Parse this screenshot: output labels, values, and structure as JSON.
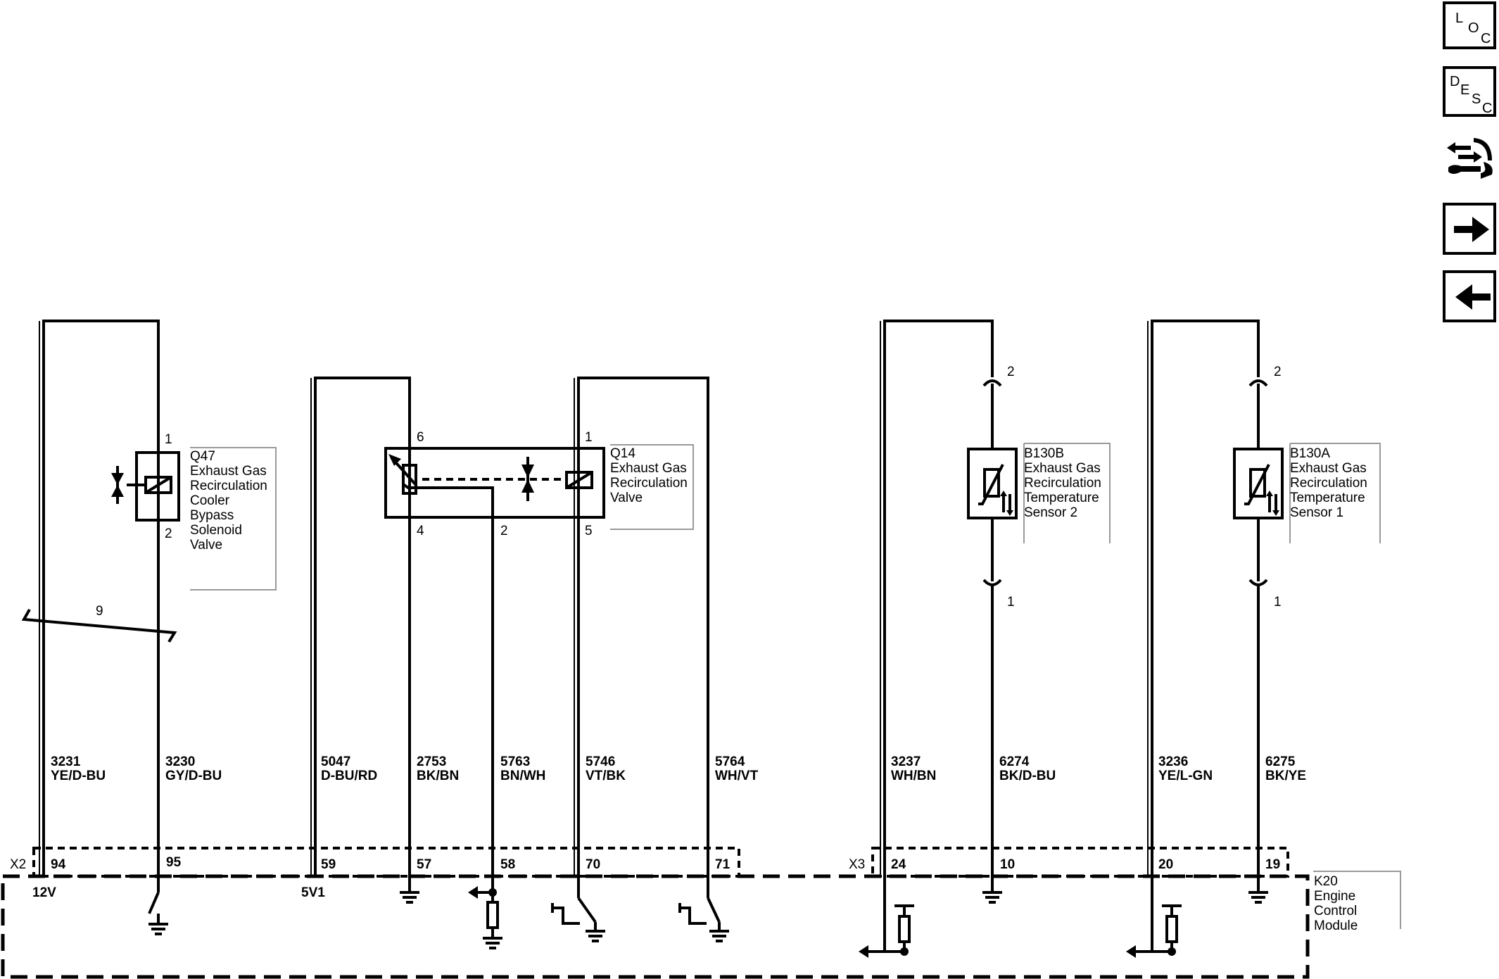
{
  "components": {
    "q47": {
      "id": "Q47",
      "lines": [
        "Exhaust Gas",
        "Recirculation",
        "Cooler",
        "Bypass",
        "Solenoid",
        "Valve"
      ]
    },
    "q14": {
      "id": "Q14",
      "lines": [
        "Exhaust Gas",
        "Recirculation",
        "Valve"
      ]
    },
    "b130b": {
      "id": "B130B",
      "lines": [
        "Exhaust Gas",
        "Recirculation",
        "Temperature",
        "Sensor 2"
      ]
    },
    "b130a": {
      "id": "B130A",
      "lines": [
        "Exhaust Gas",
        "Recirculation",
        "Temperature",
        "Sensor 1"
      ]
    },
    "k20": {
      "id": "K20",
      "lines": [
        "Engine",
        "Control",
        "Module"
      ]
    }
  },
  "pins": {
    "q47_1": "1",
    "q47_2": "2",
    "q14_6": "6",
    "q14_4": "4",
    "q14_2": "2",
    "q14_1": "1",
    "q14_5": "5",
    "b130b_2": "2",
    "b130b_1": "1",
    "b130a_2": "2",
    "b130a_1": "1"
  },
  "splice_label": "9",
  "wires": [
    {
      "circuit": "3231",
      "color": "YE/D-BU"
    },
    {
      "circuit": "3230",
      "color": "GY/D-BU"
    },
    {
      "circuit": "5047",
      "color": "D-BU/RD"
    },
    {
      "circuit": "2753",
      "color": "BK/BN"
    },
    {
      "circuit": "5763",
      "color": "BN/WH"
    },
    {
      "circuit": "5746",
      "color": "VT/BK"
    },
    {
      "circuit": "5764",
      "color": "WH/VT"
    },
    {
      "circuit": "3237",
      "color": "WH/BN"
    },
    {
      "circuit": "6274",
      "color": "BK/D-BU"
    },
    {
      "circuit": "3236",
      "color": "YE/L-GN"
    },
    {
      "circuit": "6275",
      "color": "BK/YE"
    }
  ],
  "connectors": {
    "x2": {
      "id": "X2",
      "pins": [
        "94",
        "95",
        "59",
        "57",
        "58",
        "70",
        "71"
      ]
    },
    "x3": {
      "id": "X3",
      "pins": [
        "24",
        "10",
        "20",
        "19"
      ]
    }
  },
  "voltages": {
    "v12": "12V",
    "v5": "5V1"
  },
  "nav": {
    "loc": {
      "letters": [
        "L",
        "O",
        "C"
      ]
    },
    "desc": {
      "letters": [
        "D",
        "E",
        "S",
        "C"
      ]
    },
    "icons": [
      "connector-icon",
      "forward-arrow-icon",
      "back-arrow-icon"
    ]
  }
}
